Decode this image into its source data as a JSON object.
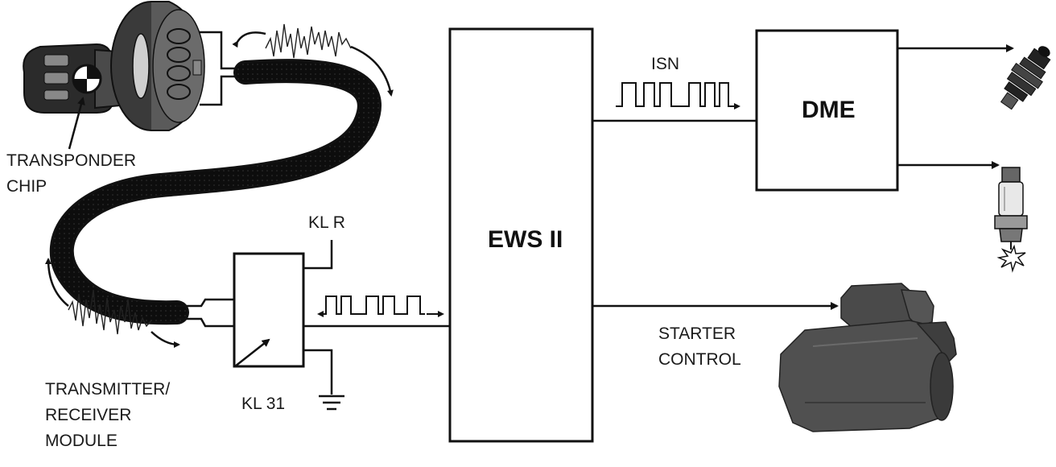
{
  "diagram": {
    "labels": {
      "transponder_line1": "TRANSPONDER",
      "transponder_line2": "CHIP",
      "transmitter_line1": "TRANSMITTER/",
      "transmitter_line2": "RECEIVER",
      "transmitter_line3": "MODULE",
      "kl_r": "KL R",
      "kl_31": "KL 31",
      "ews": "EWS II",
      "isn": "ISN",
      "dme": "DME",
      "starter_line1": "STARTER",
      "starter_line2": "CONTROL"
    },
    "icons": {
      "key": "key-fob-icon",
      "ring_antenna": "ring-antenna-icon",
      "injector": "fuel-injector-icon",
      "spark_plug": "spark-plug-icon",
      "starter_motor": "starter-motor-icon",
      "ground": "ground-symbol-icon"
    }
  }
}
